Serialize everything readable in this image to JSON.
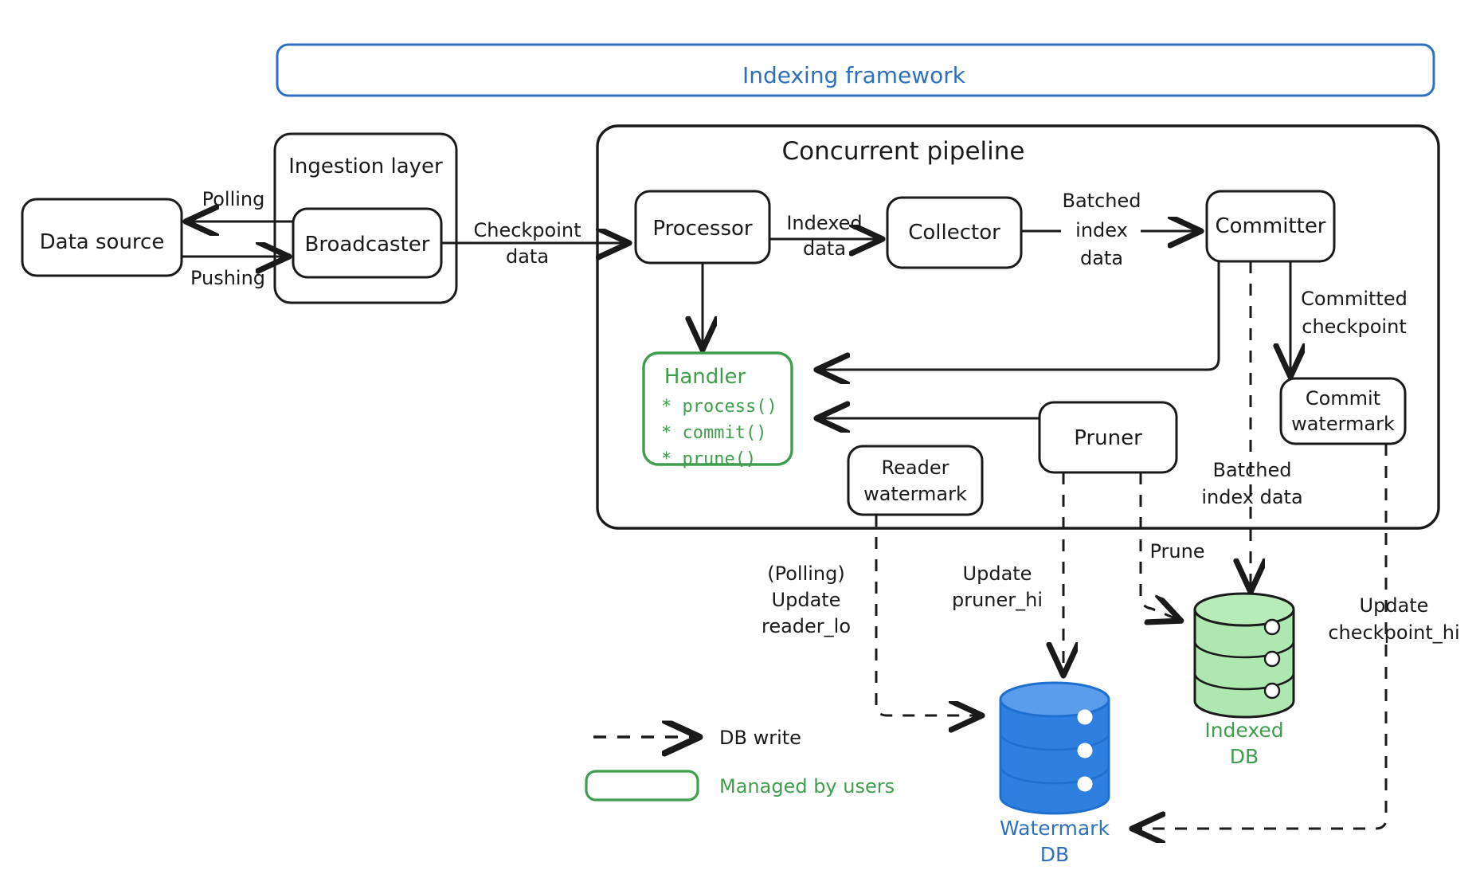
{
  "diagram": {
    "title": "Indexing framework",
    "colors": {
      "blue": "#2f6fc0",
      "green": "#3f9e4d",
      "black": "#1a1a1a",
      "db_green_fill": "#aee8b0",
      "db_blue_fill": "#2f7fe0"
    },
    "frames": [
      {
        "id": "indexing-framework",
        "label": "Indexing framework",
        "color": "blue"
      },
      {
        "id": "ingestion-layer",
        "label": "Ingestion layer",
        "color": "black"
      },
      {
        "id": "concurrent-pipeline",
        "label": "Concurrent pipeline",
        "color": "black"
      }
    ],
    "nodes": [
      {
        "id": "data-source",
        "label": "Data source"
      },
      {
        "id": "broadcaster",
        "label": "Broadcaster"
      },
      {
        "id": "processor",
        "label": "Processor"
      },
      {
        "id": "collector",
        "label": "Collector"
      },
      {
        "id": "committer",
        "label": "Committer"
      },
      {
        "id": "commit-watermark",
        "label": "Commit watermark",
        "line1": "Commit",
        "line2": "watermark"
      },
      {
        "id": "reader-watermark",
        "label": "Reader watermark",
        "line1": "Reader",
        "line2": "watermark"
      },
      {
        "id": "pruner",
        "label": "Pruner"
      }
    ],
    "handler": {
      "title": "Handler",
      "methods": [
        "* process()",
        "* commit()",
        "* prune()"
      ]
    },
    "databases": [
      {
        "id": "indexed-db",
        "line1": "Indexed",
        "line2": "DB",
        "color": "green"
      },
      {
        "id": "watermark-db",
        "line1": "Watermark",
        "line2": "DB",
        "color": "blue"
      }
    ],
    "edge_labels": [
      {
        "id": "polling",
        "text": "Polling"
      },
      {
        "id": "pushing",
        "text": "Pushing"
      },
      {
        "id": "checkpoint-data",
        "line1": "Checkpoint",
        "line2": "data"
      },
      {
        "id": "indexed-data",
        "line1": "Indexed",
        "line2": "data"
      },
      {
        "id": "batched-index-data-top",
        "line1": "Batched",
        "line2": "index",
        "line3": "data"
      },
      {
        "id": "committed-checkpoint",
        "line1": "Committed",
        "line2": "checkpoint"
      },
      {
        "id": "batched-index-data-bottom",
        "line1": "Batched",
        "line2": "index data"
      },
      {
        "id": "polling-update-reader-lo",
        "line1": "(Polling)",
        "line2": "Update",
        "line3": "reader_lo"
      },
      {
        "id": "update-pruner-hi",
        "line1": "Update",
        "line2": "pruner_hi"
      },
      {
        "id": "prune",
        "text": "Prune"
      },
      {
        "id": "update-checkpoint-hi",
        "line1": "Update",
        "line2": "checkpoint_hi"
      }
    ],
    "legend": [
      {
        "id": "db-write",
        "label": "DB write",
        "style": "dashed-arrow"
      },
      {
        "id": "managed-by-users",
        "label": "Managed by users",
        "style": "green-box"
      }
    ]
  }
}
